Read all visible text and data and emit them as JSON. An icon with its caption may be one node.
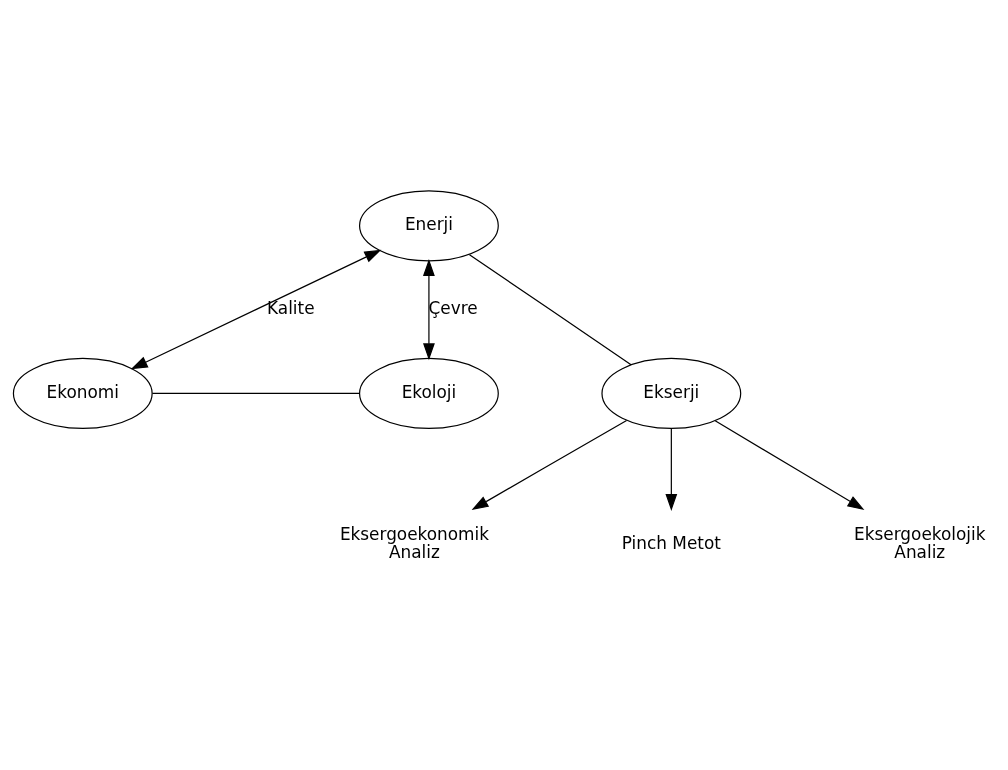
{
  "diagram": {
    "nodes": [
      {
        "text": [
          "Enerji"
        ]
      },
      {
        "text": [
          "Ekonomi"
        ]
      },
      {
        "text": [
          "Ekoloji"
        ]
      },
      {
        "text": [
          "Ekserji"
        ]
      },
      {
        "text": [
          "Eksergoekonomik Analiz"
        ]
      },
      {
        "text": [
          "Pinch Metot"
        ]
      },
      {
        "text": [
          "Eksergoekolojik Analiz"
        ]
      }
    ],
    "edges": [
      {
        "from": 0,
        "to": 1,
        "arrow": "both",
        "label": "Kalite"
      },
      {
        "from": 0,
        "to": 2,
        "arrow": "both",
        "label": "Çevre"
      },
      {
        "from": 0,
        "to": 3,
        "arrow": "none"
      },
      {
        "from": 1,
        "to": 2,
        "arrow": "none"
      },
      {
        "from": 3,
        "to": 4,
        "arrow": "to"
      },
      {
        "from": 3,
        "to": 5,
        "arrow": "to"
      },
      {
        "from": 3,
        "to": 6,
        "arrow": "to"
      }
    ]
  }
}
